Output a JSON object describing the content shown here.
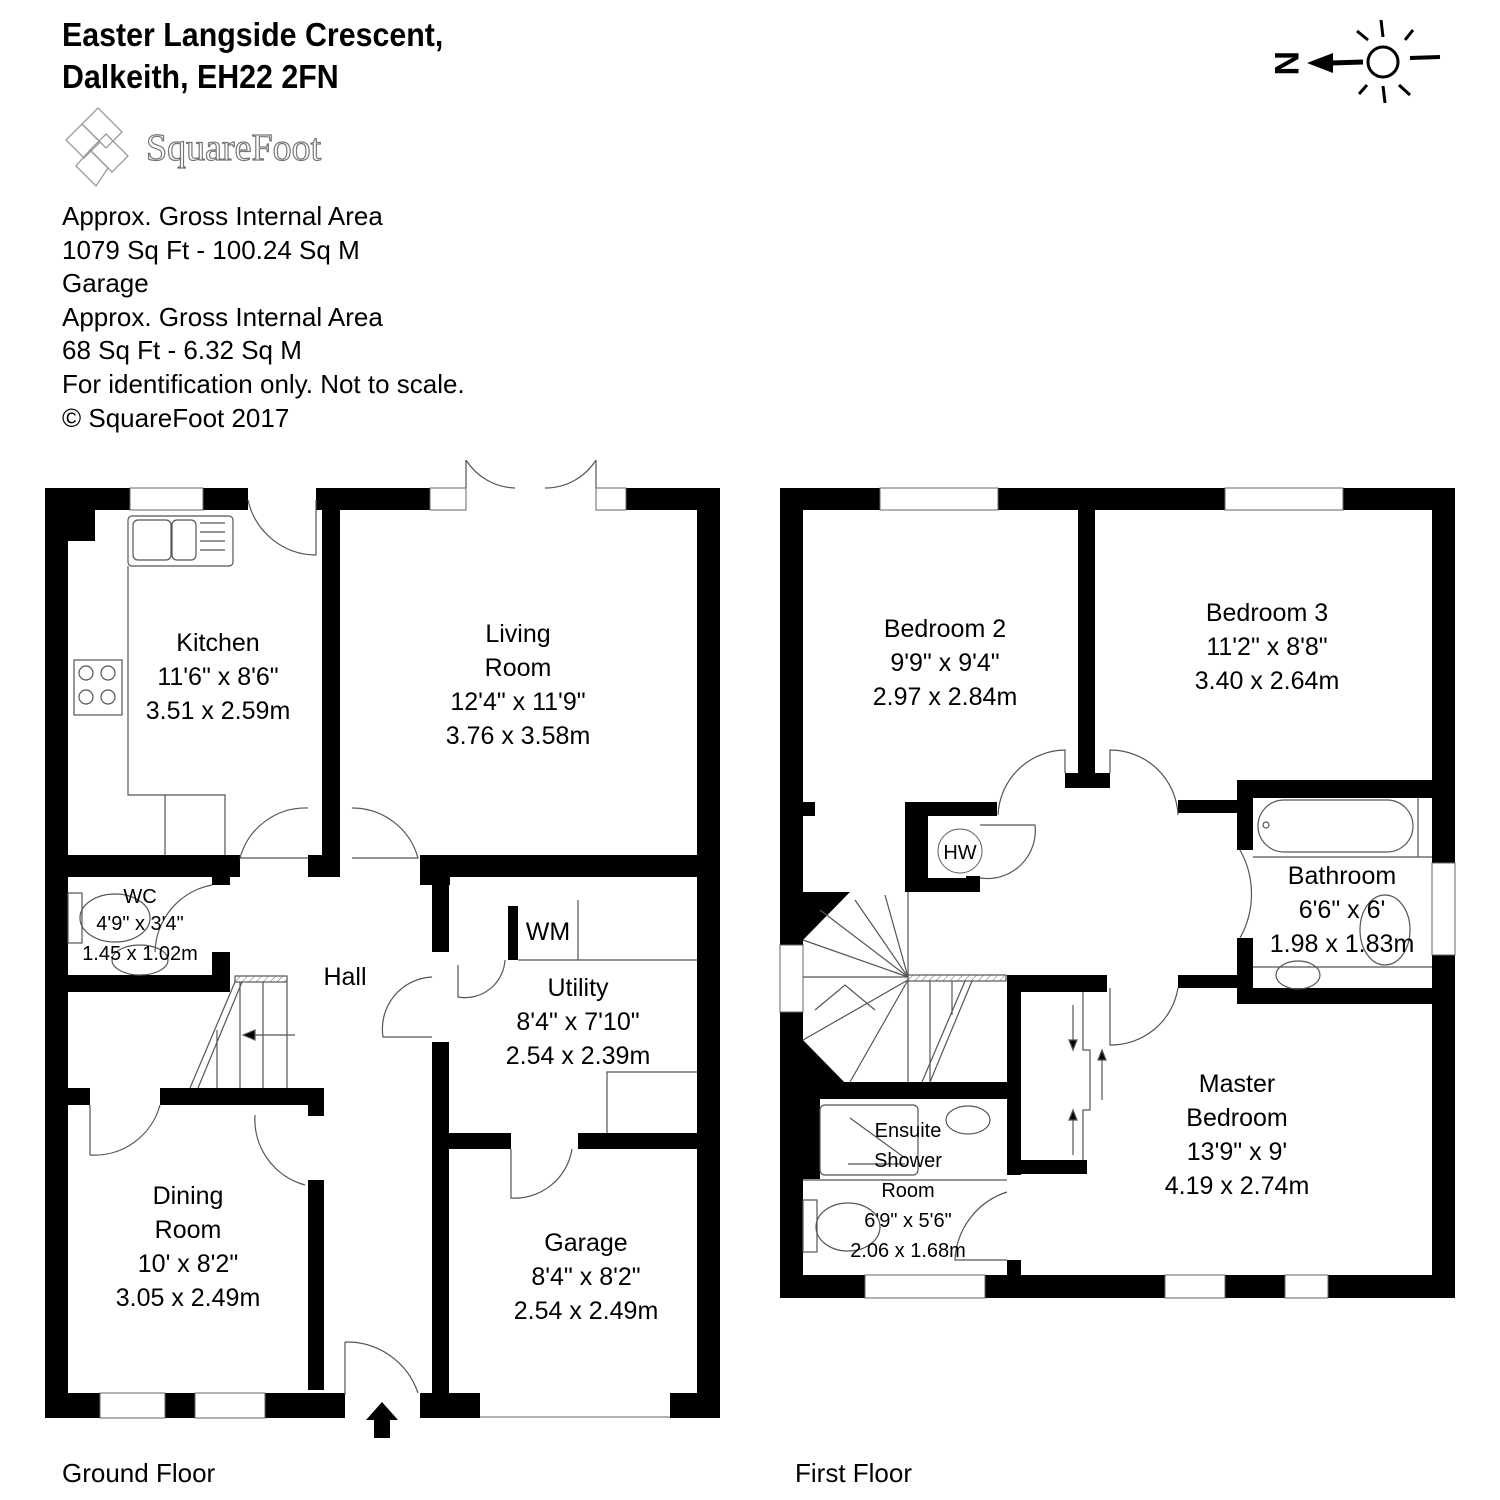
{
  "header": {
    "title_line1": "Easter Langside Crescent,",
    "title_line2": "Dalkeith, EH22 2FN",
    "logo_text": "SquareFoot"
  },
  "area_info": {
    "line1": "Approx. Gross Internal Area",
    "line2": "1079 Sq Ft  -  100.24 Sq M",
    "line3": "Garage",
    "line4": "Approx. Gross Internal Area",
    "line5": "68 Sq Ft  -  6.32 Sq M",
    "line6": "For identification only. Not to scale.",
    "line7": "© SquareFoot 2017"
  },
  "compass": {
    "label": "N",
    "icon": "north-arrow-sun-icon"
  },
  "ground_floor": {
    "label": "Ground Floor",
    "rooms": {
      "kitchen": {
        "name": "Kitchen",
        "imperial": "11'6\" x 8'6\"",
        "metric": "3.51 x 2.59m"
      },
      "living": {
        "name1": "Living",
        "name2": "Room",
        "imperial": "12'4\" x 11'9\"",
        "metric": "3.76 x 3.58m"
      },
      "wc": {
        "name": "WC",
        "imperial": "4'9\" x 3'4\"",
        "metric": "1.45 x 1.02m"
      },
      "hall": {
        "name": "Hall"
      },
      "wm": {
        "name": "WM"
      },
      "utility": {
        "name": "Utility",
        "imperial": "8'4\" x 7'10\"",
        "metric": "2.54 x 2.39m"
      },
      "dining": {
        "name1": "Dining",
        "name2": "Room",
        "imperial": "10' x 8'2\"",
        "metric": "3.05 x 2.49m"
      },
      "garage": {
        "name": "Garage",
        "imperial": "8'4\" x 8'2\"",
        "metric": "2.54 x 2.49m"
      }
    }
  },
  "first_floor": {
    "label": "First Floor",
    "rooms": {
      "bedroom2": {
        "name": "Bedroom 2",
        "imperial": "9'9\" x 9'4\"",
        "metric": "2.97 x 2.84m"
      },
      "bedroom3": {
        "name": "Bedroom 3",
        "imperial": "11'2\" x 8'8\"",
        "metric": "3.40 x 2.64m"
      },
      "hw": {
        "name": "HW"
      },
      "bathroom": {
        "name": "Bathroom",
        "imperial": "6'6\" x 6'",
        "metric": "1.98 x 1.83m"
      },
      "master": {
        "name1": "Master",
        "name2": "Bedroom",
        "imperial": "13'9\" x 9'",
        "metric": "4.19 x 2.74m"
      },
      "ensuite": {
        "name1": "Ensuite",
        "name2": "Shower",
        "name3": "Room",
        "imperial": "6'9\" x 5'6\"",
        "metric": "2.06 x 1.68m"
      }
    }
  },
  "colors": {
    "wall": "#000000",
    "background": "#ffffff",
    "fixture_line": "#555555"
  }
}
